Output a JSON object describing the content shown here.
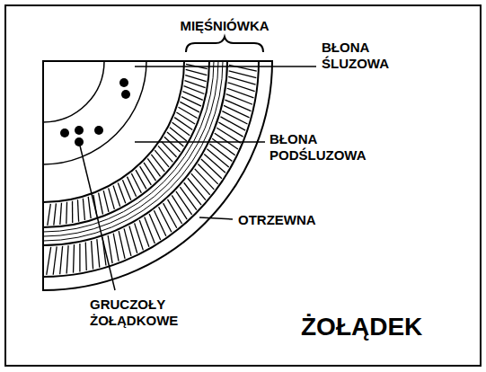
{
  "diagram": {
    "title": "ŻOŁĄDEK",
    "labels": [
      "MIĘŚNIÓWKA",
      "BŁONA ŚLUZOWA",
      "BŁONA PODŚLUZOWA",
      "OTRZEWNA",
      "GRUCZOŁY ŻOŁĄDKOWE"
    ]
  }
}
